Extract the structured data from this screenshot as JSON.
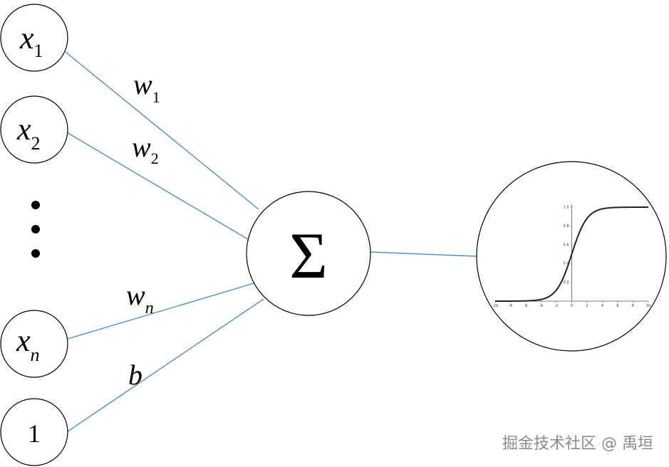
{
  "inputs": [
    {
      "symbol": "x",
      "subscript": "1"
    },
    {
      "symbol": "x",
      "subscript": "2"
    },
    {
      "symbol": "x",
      "subscript": "n"
    }
  ],
  "bias_input": "1",
  "ellipsis": "⋮",
  "weights": [
    {
      "symbol": "w",
      "subscript": "1"
    },
    {
      "symbol": "w",
      "subscript": "2"
    },
    {
      "symbol": "w",
      "subscript": "n"
    }
  ],
  "bias_weight": "b",
  "sum_symbol": "Σ",
  "activation": {
    "curve": "sigmoid",
    "x_ticks": [
      "-10",
      "-8",
      "-6",
      "-4",
      "-2",
      "0",
      "2",
      "4",
      "6",
      "8",
      "10"
    ],
    "y_ticks": [
      "0.2",
      "0.4",
      "0.6",
      "0.8",
      "1.0"
    ],
    "xlim": [
      -10,
      10
    ],
    "ylim": [
      0,
      1
    ]
  },
  "watermark": "掘金技术社区 @ 禹垣",
  "colors": {
    "edge": "#4f8fc8",
    "node_stroke": "#000000",
    "watermark": "#8a8a8a"
  }
}
